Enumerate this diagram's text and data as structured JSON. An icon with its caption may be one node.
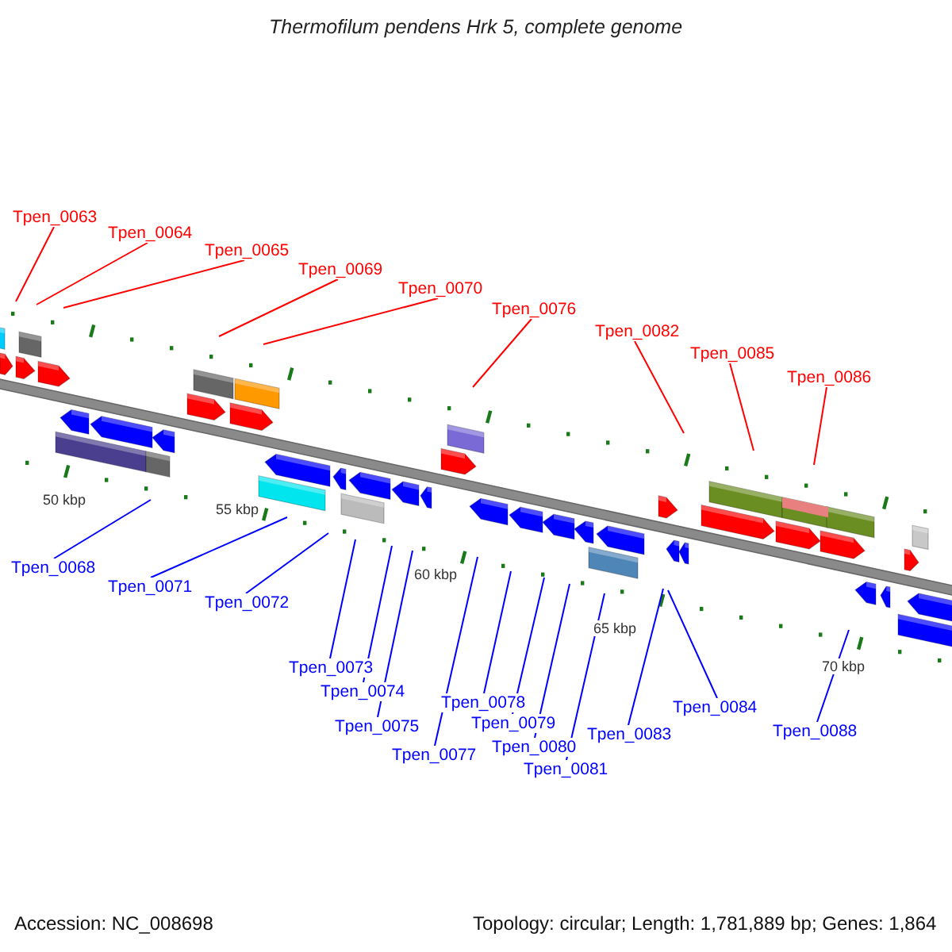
{
  "diagram": {
    "title": "Thermofilum pendens Hrk 5, complete genome",
    "nodes": [
      {
        "text": [
          "Tpen_0063"
        ]
      },
      {
        "text": [
          "Tpen_0064"
        ]
      },
      {
        "text": [
          "Tpen_0065"
        ]
      },
      {
        "text": [
          "Tpen_0069"
        ]
      },
      {
        "text": [
          "Tpen_0070"
        ]
      },
      {
        "text": [
          "Tpen_0076"
        ]
      },
      {
        "text": [
          "Tpen_0082"
        ]
      },
      {
        "text": [
          "Tpen_0085"
        ]
      },
      {
        "text": [
          "Tpen_0086"
        ]
      },
      {
        "text": [
          "Tpen_0068"
        ]
      },
      {
        "text": [
          "Tpen_0071"
        ]
      },
      {
        "text": [
          "Tpen_0072"
        ]
      },
      {
        "text": [
          "Tpen_0073"
        ]
      },
      {
        "text": [
          "Tpen_0074"
        ]
      },
      {
        "text": [
          "Tpen_0075"
        ]
      },
      {
        "text": [
          "Tpen_0077"
        ]
      },
      {
        "text": [
          "Tpen_0078"
        ]
      },
      {
        "text": [
          "Tpen_0079"
        ]
      },
      {
        "text": [
          "Tpen_0080"
        ]
      },
      {
        "text": [
          "Tpen_0081"
        ]
      },
      {
        "text": [
          "Tpen_0083"
        ]
      },
      {
        "text": [
          "Tpen_0084"
        ]
      },
      {
        "text": [
          "Tpen_0088"
        ]
      }
    ],
    "edges": [
      {
        "from": 0,
        "to": null,
        "arrow": "none",
        "color": "#ff0000"
      },
      {
        "from": 1,
        "to": null,
        "arrow": "none",
        "color": "#ff0000"
      },
      {
        "from": 2,
        "to": null,
        "arrow": "none",
        "color": "#ff0000"
      },
      {
        "from": 3,
        "to": null,
        "arrow": "none",
        "color": "#ff0000"
      },
      {
        "from": 4,
        "to": null,
        "arrow": "none",
        "color": "#ff0000"
      },
      {
        "from": 5,
        "to": null,
        "arrow": "none",
        "color": "#ff0000"
      },
      {
        "from": 6,
        "to": null,
        "arrow": "none",
        "color": "#ff0000"
      },
      {
        "from": 7,
        "to": null,
        "arrow": "none",
        "color": "#ff0000"
      },
      {
        "from": 8,
        "to": null,
        "arrow": "none",
        "color": "#ff0000"
      },
      {
        "from": 9,
        "to": null,
        "arrow": "none"
      },
      {
        "from": 10,
        "to": null,
        "arrow": "none"
      },
      {
        "from": 11,
        "to": null,
        "arrow": "none"
      },
      {
        "from": 12,
        "to": null,
        "arrow": "none"
      },
      {
        "from": 13,
        "to": null,
        "arrow": "none"
      },
      {
        "from": 14,
        "to": null,
        "arrow": "none"
      },
      {
        "from": 15,
        "to": null,
        "arrow": "none"
      },
      {
        "from": 16,
        "to": null,
        "arrow": "none"
      },
      {
        "from": 17,
        "to": null,
        "arrow": "none"
      },
      {
        "from": 18,
        "to": null,
        "arrow": "none"
      },
      {
        "from": 19,
        "to": null,
        "arrow": "none"
      },
      {
        "from": 20,
        "to": null,
        "arrow": "none"
      },
      {
        "from": 21,
        "to": null,
        "arrow": "none"
      },
      {
        "from": 22,
        "to": null,
        "arrow": "none"
      }
    ],
    "labels": [
      "50 kbp",
      "55 kbp",
      "60 kbp",
      "65 kbp",
      "70 kbp",
      "Accession: NC_008698",
      "Topology: circular; Length: 1,781,889 bp; Genes: 1,864"
    ]
  }
}
